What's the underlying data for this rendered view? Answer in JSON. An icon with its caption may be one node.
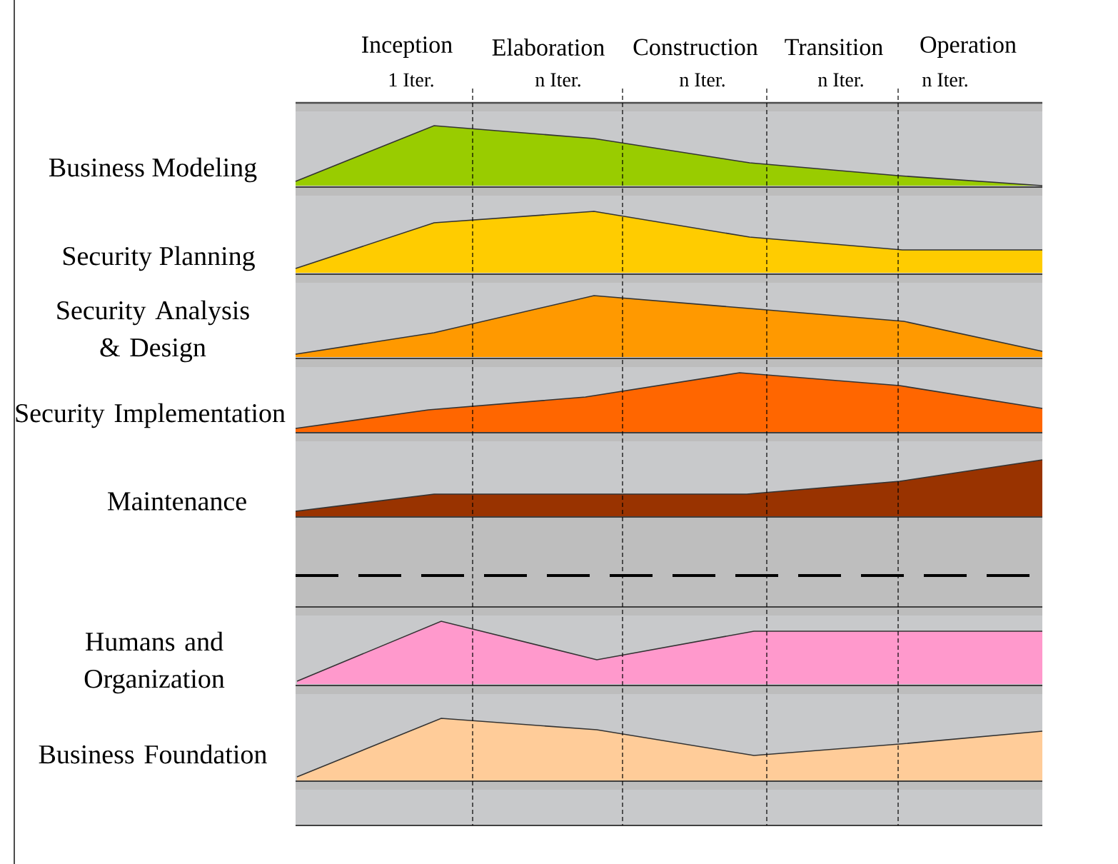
{
  "diagram": {
    "labels": [
      "Inception",
      "Elaboration",
      "Construction",
      "Transition",
      "Operation",
      "1 Iter.",
      "n Iter.",
      "n Iter.",
      "n Iter.",
      "n Iter.",
      "Business Modeling",
      "Security Planning",
      "Security Analysis & Design",
      "Security Implementation",
      "Maintenance",
      "Humans and Organization",
      "Business Foundation"
    ]
  }
}
